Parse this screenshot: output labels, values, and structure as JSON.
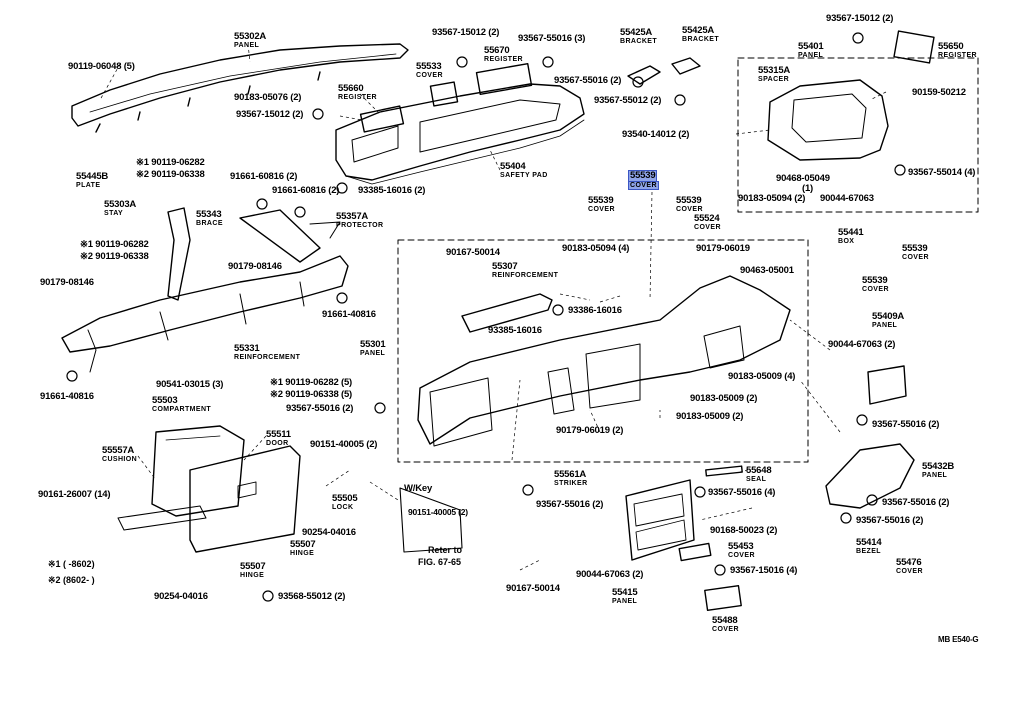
{
  "diagram_code": "MB E540-G",
  "highlight_color": "#8fa4e8",
  "footnotes": {
    "n1": "※1 (      -8602)",
    "n2": "※2 (8602-      )"
  },
  "callout": {
    "title": "W/Key",
    "part": "90151-40005 (2)",
    "ref1": "Reter to",
    "ref2": "FIG. 67-65"
  },
  "labels": [
    {
      "t": "55302A"
    },
    {
      "t": "PANEL"
    },
    {
      "t": "90119-06048 (5)"
    },
    {
      "t": "90183-05076 (2)"
    },
    {
      "t": "55660"
    },
    {
      "t": "REGISTER"
    },
    {
      "t": "93567-15012 (2)"
    },
    {
      "t": "93567-15012 (2)"
    },
    {
      "t": "55533"
    },
    {
      "t": "COVER"
    },
    {
      "t": "55670"
    },
    {
      "t": "REGISTER"
    },
    {
      "t": "93567-55016 (3)"
    },
    {
      "t": "93567-55016 (2)"
    },
    {
      "t": "55425A"
    },
    {
      "t": "BRACKET"
    },
    {
      "t": "55425A"
    },
    {
      "t": "BRACKET"
    },
    {
      "t": "93567-55012 (2)"
    },
    {
      "t": "93567-15012 (2)"
    },
    {
      "t": "55650"
    },
    {
      "t": "REGISTER"
    },
    {
      "t": "55401"
    },
    {
      "t": "PANEL"
    },
    {
      "t": "55315A"
    },
    {
      "t": "SPACER"
    },
    {
      "t": "90159-50212"
    },
    {
      "t": "93540-14012 (2)"
    },
    {
      "t": "93567-55014 (4)"
    },
    {
      "t": "90468-05049"
    },
    {
      "t": "(1)"
    },
    {
      "t": "90183-05094 (2)"
    },
    {
      "t": "90044-67063"
    },
    {
      "t": "55445B"
    },
    {
      "t": "PLATE"
    },
    {
      "t": "※1 90119-06282"
    },
    {
      "t": "※2 90119-06338"
    },
    {
      "t": "55404"
    },
    {
      "t": "SAFETY PAD"
    },
    {
      "t": "93385-16016 (2)"
    },
    {
      "t": "55539"
    },
    {
      "t": "COVER"
    },
    {
      "t": "55539"
    },
    {
      "t": "COVER"
    },
    {
      "t": "55539"
    },
    {
      "t": "COVER"
    },
    {
      "t": "55524"
    },
    {
      "t": "COVER"
    },
    {
      "t": "55303A"
    },
    {
      "t": "STAY"
    },
    {
      "t": "55343"
    },
    {
      "t": "BRACE"
    },
    {
      "t": "91661-60816 (2)"
    },
    {
      "t": "91661-60816 (2)"
    },
    {
      "t": "55357A"
    },
    {
      "t": "PROTECTOR"
    },
    {
      "t": "※1 90119-06282"
    },
    {
      "t": "※2 90119-06338"
    },
    {
      "t": "90179-08146"
    },
    {
      "t": "90179-08146"
    },
    {
      "t": "91661-40816"
    },
    {
      "t": "55331"
    },
    {
      "t": "REINFORCEMENT"
    },
    {
      "t": "91661-40816"
    },
    {
      "t": "90167-50014"
    },
    {
      "t": "55307"
    },
    {
      "t": "REINFORCEMENT"
    },
    {
      "t": "90183-05094 (4)"
    },
    {
      "t": "90179-06019"
    },
    {
      "t": "90463-05001"
    },
    {
      "t": "93386-16016"
    },
    {
      "t": "93385-16016"
    },
    {
      "t": "55441"
    },
    {
      "t": "BOX"
    },
    {
      "t": "55539"
    },
    {
      "t": "COVER"
    },
    {
      "t": "55539"
    },
    {
      "t": "COVER"
    },
    {
      "t": "55409A"
    },
    {
      "t": "PANEL"
    },
    {
      "t": "90044-67063 (2)"
    },
    {
      "t": "55301"
    },
    {
      "t": "PANEL"
    },
    {
      "t": "90541-03015 (3)"
    },
    {
      "t": "※1 90119-06282 (5)"
    },
    {
      "t": "※2 90119-06338 (5)"
    },
    {
      "t": "93567-55016 (2)"
    },
    {
      "t": "90183-05009 (4)"
    },
    {
      "t": "90183-05009 (2)"
    },
    {
      "t": "90183-05009 (2)"
    },
    {
      "t": "90179-06019 (2)"
    },
    {
      "t": "93567-55016 (2)"
    },
    {
      "t": "55503"
    },
    {
      "t": "COMPARTMENT"
    },
    {
      "t": "55511"
    },
    {
      "t": "DOOR"
    },
    {
      "t": "90151-40005 (2)"
    },
    {
      "t": "55557A"
    },
    {
      "t": "CUSHION"
    },
    {
      "t": "55561A"
    },
    {
      "t": "STRIKER"
    },
    {
      "t": "55648"
    },
    {
      "t": "SEAL"
    },
    {
      "t": "55432B"
    },
    {
      "t": "PANEL"
    },
    {
      "t": "93567-55016 (4)"
    },
    {
      "t": "93567-55016 (2)"
    },
    {
      "t": "93567-55016 (2)"
    },
    {
      "t": "90161-26007 (14)"
    },
    {
      "t": "55505"
    },
    {
      "t": "LOCK"
    },
    {
      "t": "93567-55016 (2)"
    },
    {
      "t": "90168-50023 (2)"
    },
    {
      "t": "55414"
    },
    {
      "t": "BEZEL"
    },
    {
      "t": "90254-04016"
    },
    {
      "t": "55507"
    },
    {
      "t": "HINGE"
    },
    {
      "t": "55453"
    },
    {
      "t": "COVER"
    },
    {
      "t": "55476"
    },
    {
      "t": "COVER"
    },
    {
      "t": "90044-67063 (2)"
    },
    {
      "t": "93567-15016 (4)"
    },
    {
      "t": "90167-50014"
    },
    {
      "t": "55415"
    },
    {
      "t": "PANEL"
    },
    {
      "t": "55507"
    },
    {
      "t": "HINGE"
    },
    {
      "t": "90254-04016"
    },
    {
      "t": "93568-55012 (2)"
    },
    {
      "t": "55488"
    },
    {
      "t": "COVER"
    }
  ]
}
